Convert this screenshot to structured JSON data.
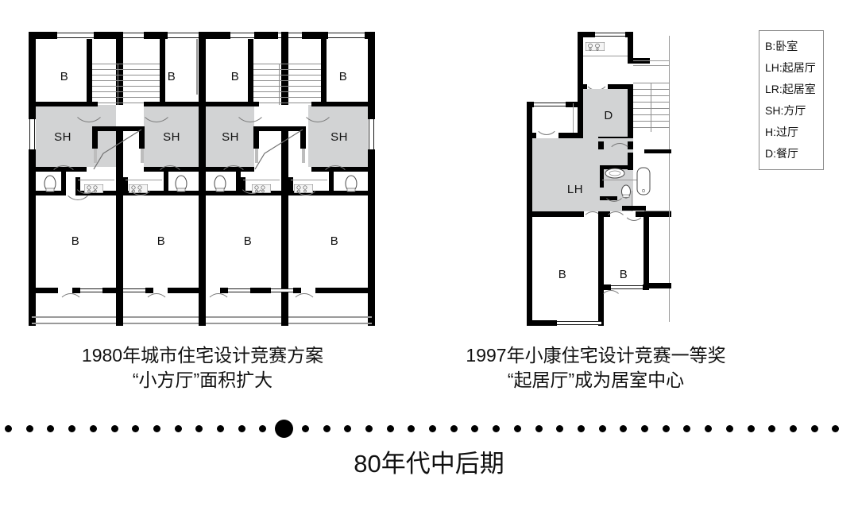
{
  "legend": {
    "rows": [
      "B:卧室",
      "LH:起居厅",
      "LR:起居室",
      "SH:方厅",
      "H:过厅",
      "D:餐厅"
    ]
  },
  "plans": [
    {
      "id": "plan-left",
      "caption_line1": "1980年城市住宅设计竞赛方案",
      "caption_line2": "“小方厅”面积扩大",
      "room_labels": [
        "B",
        "B",
        "B",
        "B",
        "SH",
        "SH",
        "SH",
        "SH",
        "B",
        "B",
        "B",
        "B"
      ]
    },
    {
      "id": "plan-right",
      "caption_line1": "1997年小康住宅设计竞赛一等奖",
      "caption_line2": "“起居厅”成为居室中心",
      "room_labels": [
        "D",
        "LH",
        "B",
        "B"
      ]
    }
  ],
  "timeline": {
    "era_label": "80年代中后期",
    "dot_count": 40,
    "marker_index": 13
  },
  "colors": {
    "wall": "#000000",
    "shade": "#d2d3d4",
    "text": "#111111",
    "swing": "#7a7a7a"
  }
}
